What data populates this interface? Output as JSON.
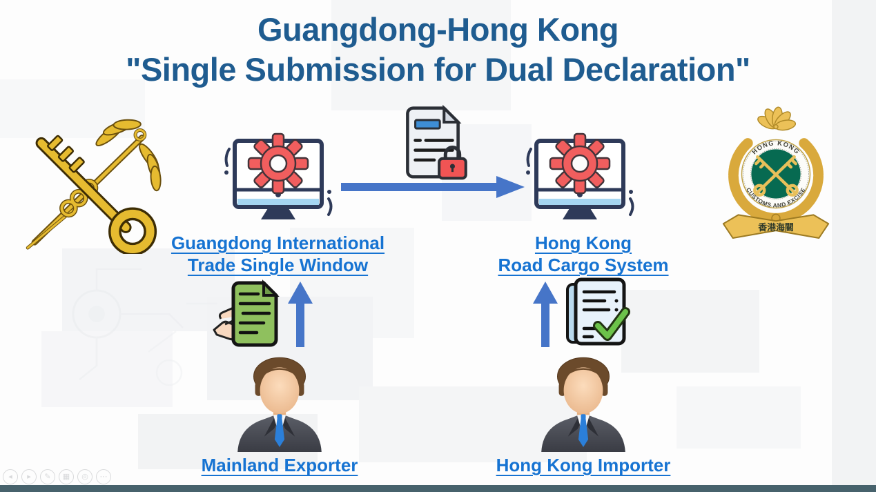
{
  "title": {
    "line1": "Guangdong-Hong Kong",
    "line2": "\"Single Submission for Dual Declaration\""
  },
  "systems": {
    "guangdong": {
      "line1": "Guangdong International",
      "line2": "Trade Single Window"
    },
    "hongkong": {
      "line1": "Hong Kong",
      "line2": "Road Cargo System"
    }
  },
  "actors": {
    "exporter": "Mainland Exporter",
    "importer": "Hong Kong Importer"
  },
  "hk_customs_emblem": {
    "ring_top": "HONG KONG",
    "ring_bottom": "CUSTOMS AND EXCISE",
    "ribbon": "香港海關"
  },
  "icons": {
    "left_emblem": "china-customs-emblem",
    "right_emblem": "hong-kong-customs-emblem",
    "left_system": "monitor-gear-icon",
    "right_system": "monitor-gear-icon",
    "transfer_document": "document-lock-icon",
    "export_document": "document-hand-icon",
    "import_document": "document-check-icon",
    "flow_arrow": "arrow-right-icon",
    "submit_arrow": "arrow-up-icon",
    "person": "businessman-icon"
  },
  "colors": {
    "title_text": "#1f5c90",
    "link_text": "#1673d2",
    "arrow_blue": "#4675c8",
    "gear_red": "#f15e5e",
    "monitor_outline": "#2e3a59",
    "doc_green": "#8fc05e",
    "doc_blue": "#e8f2fb",
    "check_green": "#6cc24a",
    "lock_red": "#f05454",
    "gold": "#e2b42e",
    "emblem_green": "#076a51",
    "bottom_bar": "#47626c"
  },
  "presenter_controls": [
    "◂",
    "▸",
    "✎",
    "▦",
    "◎",
    "⋯"
  ]
}
